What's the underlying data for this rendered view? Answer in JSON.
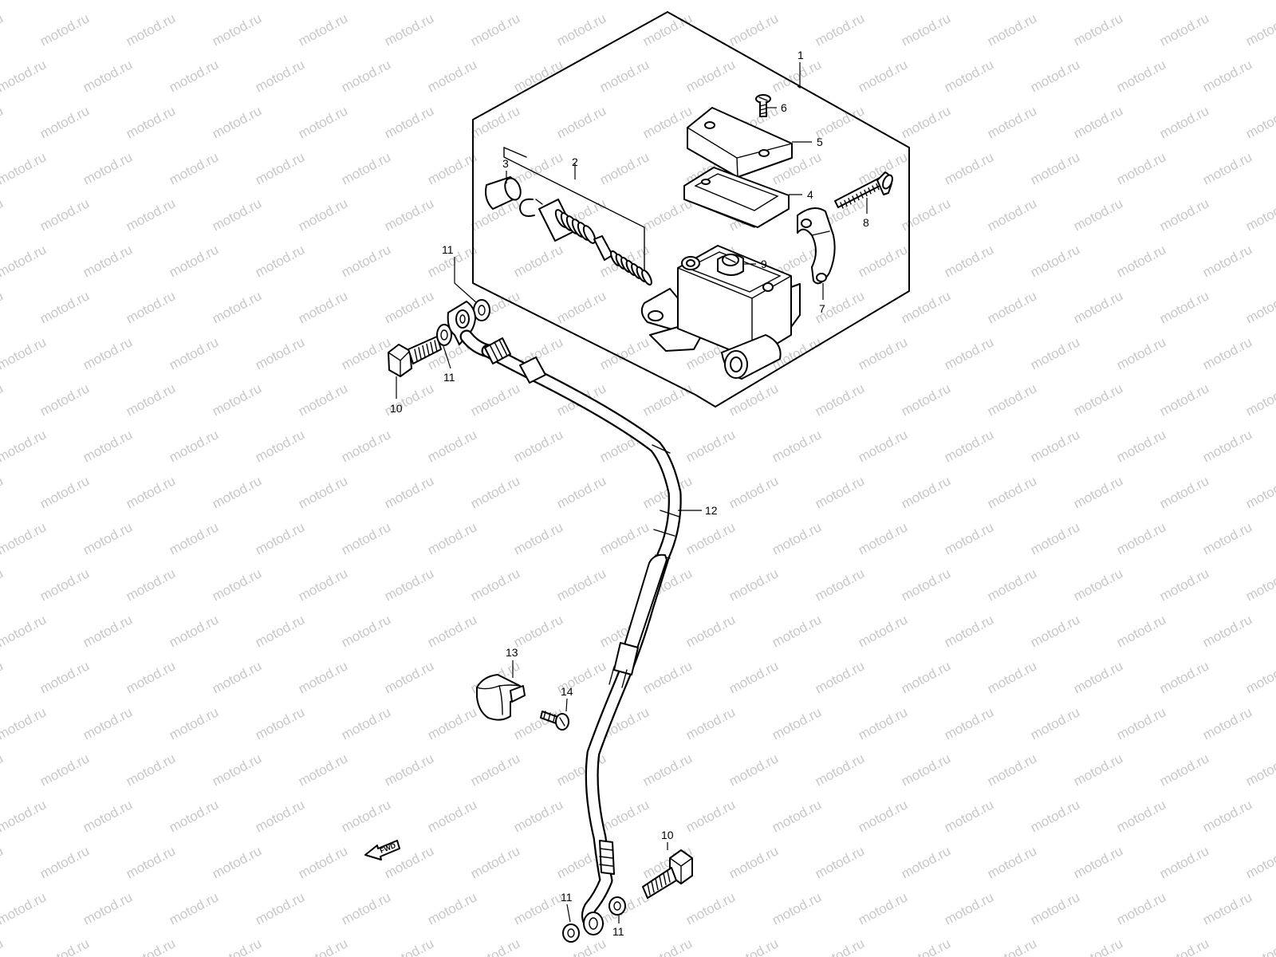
{
  "watermark": {
    "text": "motod.ru"
  },
  "diagram": {
    "callouts": [
      {
        "id": "c1",
        "label": "1"
      },
      {
        "id": "c2",
        "label": "2"
      },
      {
        "id": "c3",
        "label": "3"
      },
      {
        "id": "c4",
        "label": "4"
      },
      {
        "id": "c5",
        "label": "5"
      },
      {
        "id": "c6",
        "label": "6"
      },
      {
        "id": "c7",
        "label": "7"
      },
      {
        "id": "c8",
        "label": "8"
      },
      {
        "id": "c9",
        "label": "9"
      },
      {
        "id": "c10a",
        "label": "10"
      },
      {
        "id": "c10b",
        "label": "10"
      },
      {
        "id": "c11a",
        "label": "11"
      },
      {
        "id": "c11b",
        "label": "11"
      },
      {
        "id": "c11c",
        "label": "11"
      },
      {
        "id": "c11d",
        "label": "11"
      },
      {
        "id": "c12",
        "label": "12"
      },
      {
        "id": "c13",
        "label": "13"
      },
      {
        "id": "c14",
        "label": "14"
      }
    ],
    "fwd_label": "FWD"
  }
}
